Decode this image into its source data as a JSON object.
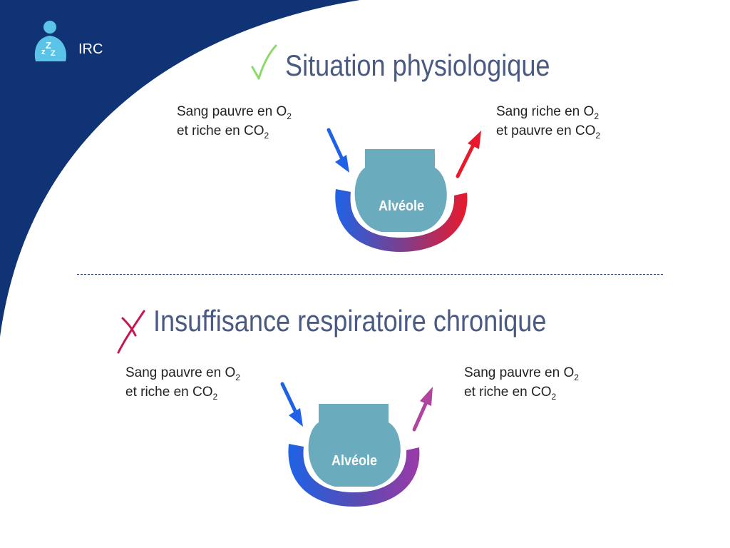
{
  "header": {
    "logo_text": "IRC",
    "brand_color": "#0f3374"
  },
  "icons": {
    "logo": "sleeping-person-icon",
    "check": "checkmark-icon",
    "cross": "cross-icon",
    "arrow_in": "arrow-in-icon",
    "arrow_out": "arrow-out-icon"
  },
  "colors": {
    "deoxygenated_blood": "#1f62e6",
    "oxygenated_blood": "#e8192c",
    "mixed_blood": "#b0459e",
    "alveole": "#6aabbd",
    "check": "#8fd96a",
    "cross": "#c8174e"
  },
  "sections": [
    {
      "title": "Situation physiologique",
      "status": "normal",
      "inflow": {
        "line1": "Sang pauvre en O",
        "line1_sub": "2",
        "line2": "et riche en CO",
        "line2_sub": "2"
      },
      "outflow": {
        "line1": "Sang riche en O",
        "line1_sub": "2",
        "line2": "et pauvre en CO",
        "line2_sub": "2"
      },
      "alveole_label": "Alvéole"
    },
    {
      "title": "Insuffisance respiratoire chronique",
      "status": "pathologic",
      "inflow": {
        "line1": "Sang pauvre en O",
        "line1_sub": "2",
        "line2": "et riche en CO",
        "line2_sub": "2"
      },
      "outflow": {
        "line1": "Sang pauvre en O",
        "line1_sub": "2",
        "line2": "et riche en CO",
        "line2_sub": "2"
      },
      "alveole_label": "Alvéole"
    }
  ]
}
